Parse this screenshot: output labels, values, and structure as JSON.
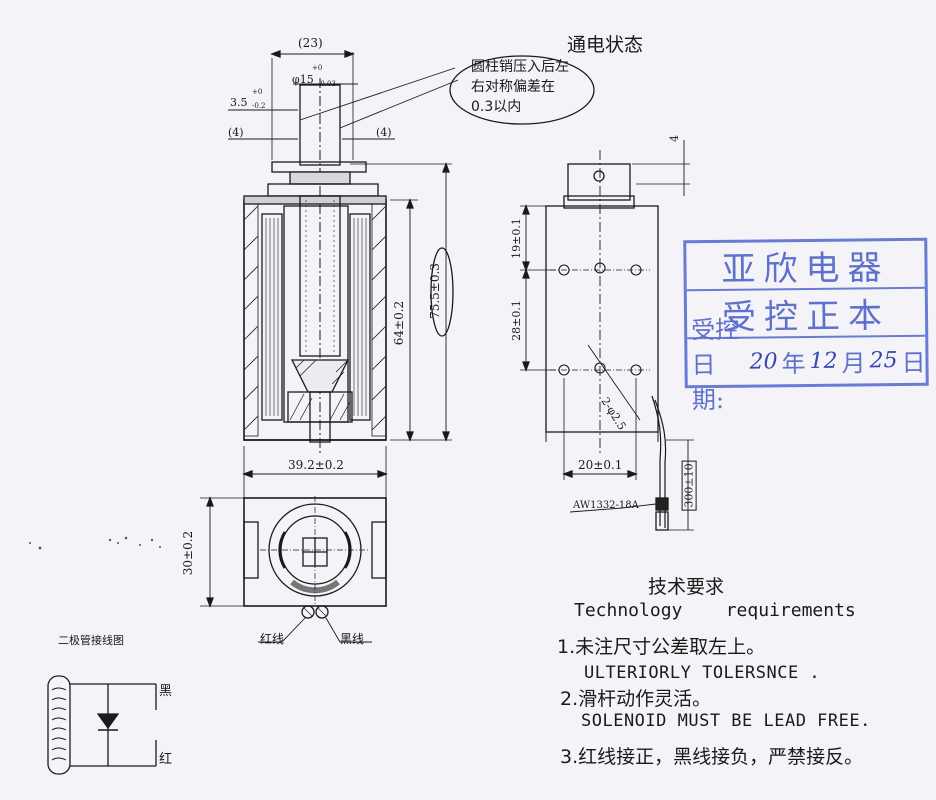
{
  "title_state": "通电状态",
  "callout_note": [
    "圆柱销压入后左",
    "右对称偏差在",
    "0.3以内"
  ],
  "dims": {
    "d23": "(23)",
    "d15": "φ15",
    "d15_tol_upper": "+0",
    "d15_tol_lower": "-0.03",
    "d35": "3.5",
    "d35_tol_upper": "+0",
    "d35_tol_lower": "-0.2",
    "d4_left": "(4)",
    "d4_right": "(4)",
    "d64": "64±0.2",
    "d755": "75.5±0.3",
    "d4_top": "4",
    "d19": "19±0.1",
    "d28": "28±0.1",
    "d25": "2-φ2.5",
    "d20": "20±0.1",
    "d300": "300±10",
    "d392": "39.2±0.2",
    "d30": "30±0.2",
    "wire_tag": "AW1332-18A"
  },
  "wire_labels": {
    "red": "红线",
    "black": "黑线"
  },
  "diode": {
    "title": "二极管接线图",
    "black": "黑",
    "red": "红"
  },
  "stamp": {
    "line1": "亚欣电器",
    "line2": "受控正本",
    "date_label": "受控日期:",
    "year": "20",
    "year_unit": "年",
    "month": "12",
    "month_unit": "月",
    "day": "25",
    "day_unit": "日"
  },
  "requirements": {
    "title_zh": "技术要求",
    "title_en": "Technology    requirements",
    "items": [
      {
        "zh": "1.未注尺寸公差取左上。",
        "en": "ULTERIORLY TOLERSNCE ."
      },
      {
        "zh": "2.滑杆动作灵活。",
        "en": "SOLENOID MUST BE LEAD FREE."
      },
      {
        "zh": "3.红线接正，黑线接负，严禁接反。",
        "en": ""
      }
    ]
  },
  "colors": {
    "ink": "#1a1a1a",
    "stamp": "#4e63c8",
    "paper": "#f4f4f8"
  }
}
